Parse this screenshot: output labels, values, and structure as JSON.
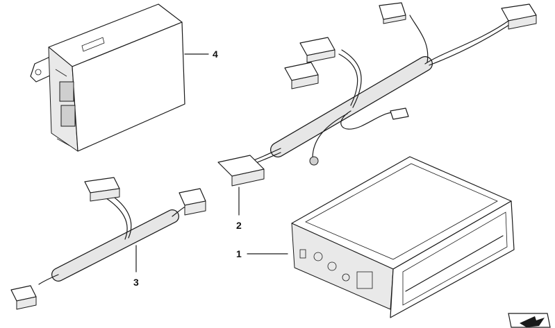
{
  "diagram": {
    "callouts": [
      {
        "id": "part-4",
        "label": "4"
      },
      {
        "id": "part-2",
        "label": "2"
      },
      {
        "id": "part-1",
        "label": "1"
      },
      {
        "id": "part-3",
        "label": "3"
      }
    ],
    "corner_icon": "bookmark-arrow-icon",
    "colors": {
      "line": "#1a1a1a",
      "background": "#ffffff",
      "tube": "#e6e6e6"
    }
  }
}
